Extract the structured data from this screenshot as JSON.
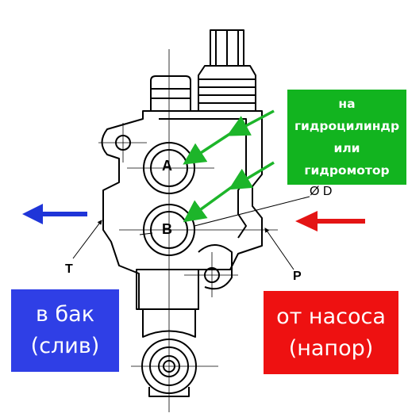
{
  "labels": {
    "port_a": "A",
    "port_b": "B",
    "port_t": "T",
    "port_p": "P",
    "diameter": "Ø D"
  },
  "callouts": {
    "cylinder": {
      "lines": [
        "на",
        "гидроцилиндр",
        "или",
        "гидромотор"
      ],
      "color": "#12b41f"
    },
    "tank": {
      "lines": [
        "в бак",
        "(слив)"
      ],
      "color": "#2f3fe6"
    },
    "pump": {
      "lines": [
        "от насоса",
        "(напор)"
      ],
      "color": "#ee1111"
    }
  },
  "arrows": {
    "outlet_color": "#1f35d8",
    "inlet_color": "#e41414",
    "pointer_color": "#1db52a"
  }
}
